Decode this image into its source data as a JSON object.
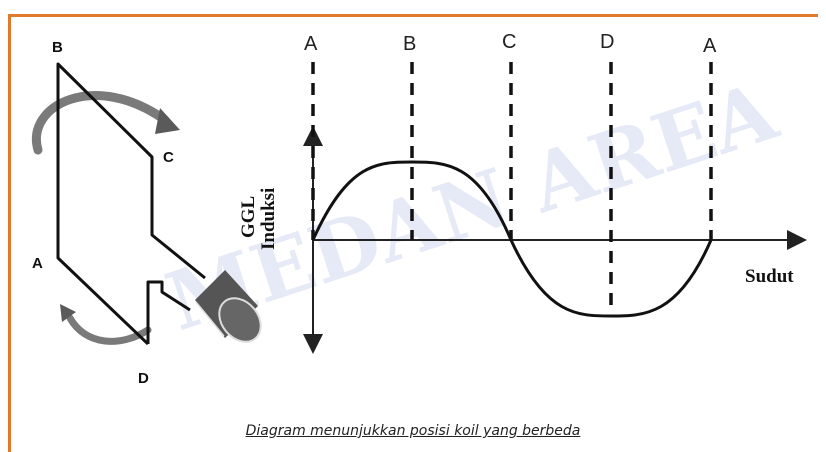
{
  "coil": {
    "labels": [
      "A",
      "B",
      "C",
      "D"
    ]
  },
  "graph": {
    "top_labels": [
      "A",
      "B",
      "C",
      "D",
      "A"
    ],
    "y_axis_label_line1": "GGL",
    "y_axis_label_line2": "Induksi",
    "x_axis_label": "Sudut"
  },
  "watermark": "MEDAN AREA",
  "caption": "Diagram menunjukkan posisi koil yang berbeda",
  "colors": {
    "frame": "#e07a2a",
    "watermark": "#b9c1e6",
    "ink": "#111111"
  }
}
